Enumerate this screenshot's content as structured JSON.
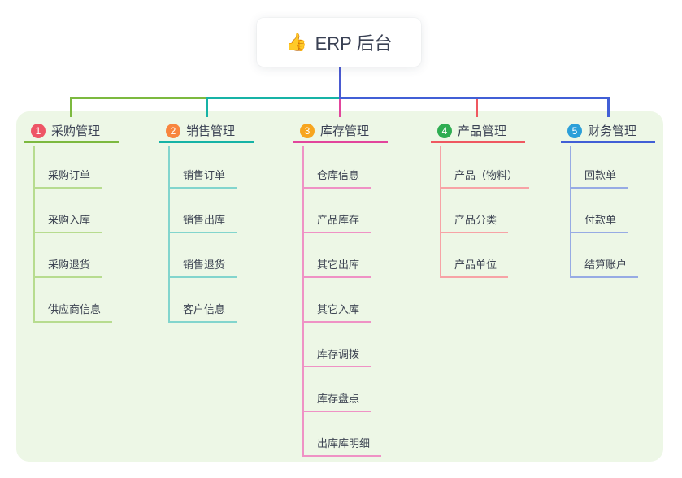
{
  "root": {
    "icon_glyph": "👍",
    "title": "ERP 后台",
    "line_color": "#4a5ad1"
  },
  "branches": [
    {
      "index": "1",
      "label": "采购管理",
      "colors": {
        "badge": "#ee5566",
        "line": "#7cb93f",
        "child_line": "#b7dc8f"
      },
      "children": [
        "采购订单",
        "采购入库",
        "采购退货",
        "供应商信息"
      ]
    },
    {
      "index": "2",
      "label": "销售管理",
      "colors": {
        "badge": "#f8853e",
        "line": "#16b3a6",
        "child_line": "#82d5cd"
      },
      "children": [
        "销售订单",
        "销售出库",
        "销售退货",
        "客户信息"
      ]
    },
    {
      "index": "3",
      "label": "库存管理",
      "colors": {
        "badge": "#f7a51f",
        "line": "#e2459c",
        "child_line": "#ef92c5"
      },
      "children": [
        "仓库信息",
        "产品库存",
        "其它出库",
        "其它入库",
        "库存调拨",
        "库存盘点",
        "出库库明细"
      ]
    },
    {
      "index": "4",
      "label": "产品管理",
      "colors": {
        "badge": "#2fad52",
        "line": "#ef5860",
        "child_line": "#f7a3a6"
      },
      "children": [
        "产品（物料）",
        "产品分类",
        "产品单位"
      ]
    },
    {
      "index": "5",
      "label": "财务管理",
      "colors": {
        "badge": "#2b9fd9",
        "line": "#415fd6",
        "child_line": "#97abe4"
      },
      "children": [
        "回款单",
        "付款单",
        "结算账户"
      ]
    }
  ]
}
